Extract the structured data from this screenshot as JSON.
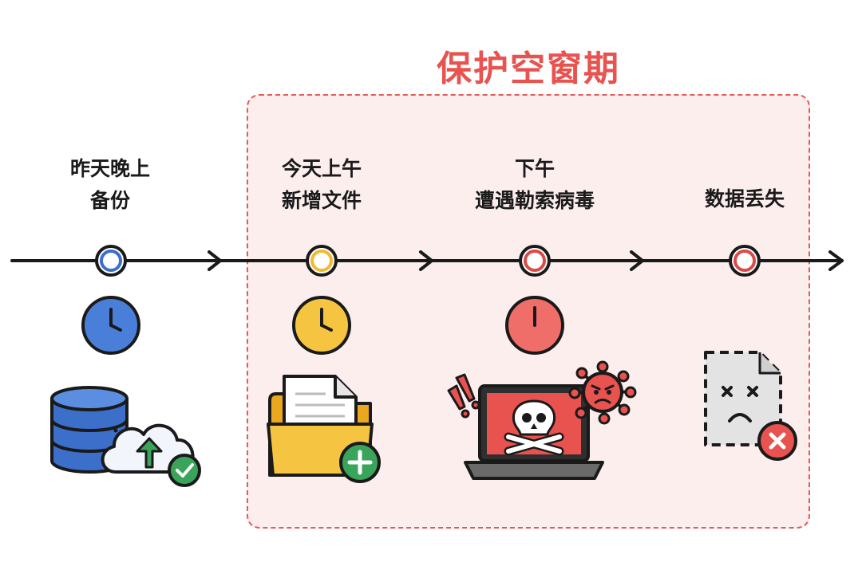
{
  "zone": {
    "title": "保护空窗期",
    "color": "#e8524f",
    "fill": "#fdeeee"
  },
  "events": [
    {
      "id": "backup",
      "lines": [
        "昨天晚上",
        "备份"
      ],
      "dot_color": "#3b6fc9",
      "icon": "database-cloud-upload-icon"
    },
    {
      "id": "new-files",
      "lines": [
        "今天上午",
        "新增文件"
      ],
      "dot_color": "#f2b830",
      "icon": "folder-add-icon"
    },
    {
      "id": "ransomware",
      "lines": [
        "下午",
        "遭遇勒索病毒"
      ],
      "dot_color": "#d94a48",
      "icon": "laptop-skull-virus-icon"
    },
    {
      "id": "data-loss",
      "lines": [
        "数据丢失"
      ],
      "dot_color": "#d94a48",
      "icon": "broken-file-icon"
    }
  ],
  "colors": {
    "blue": "#4a7fd9",
    "yellow": "#f5c542",
    "red": "#e8524f",
    "green": "#3aa55a",
    "dark": "#2a2a2a"
  }
}
